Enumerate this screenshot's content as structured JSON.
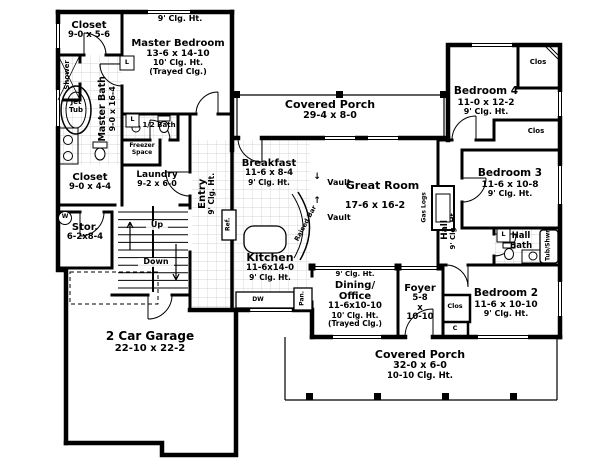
{
  "style": {
    "wall_color": "#000000",
    "tile_line_color": "#c9c9c9",
    "background": "#ffffff"
  },
  "rooms": {
    "closet_tl": {
      "name": "Closet",
      "dims": "9-0 x 5-6"
    },
    "master_bedroom": {
      "clg_top": "9' Clg. Ht.",
      "name": "Master Bedroom",
      "dims": "13-6 x 14-10",
      "clg": "10' Clg. Ht.",
      "tray": "(Trayed Clg.)"
    },
    "shower": {
      "name": "Shower"
    },
    "master_bath": {
      "name": "Master Bath",
      "dims": "9-0 x 16-4"
    },
    "jet_tub": {
      "line1": "Jet",
      "line2": "Tub"
    },
    "half_bath": {
      "name": "1/2 Bath"
    },
    "freezer": {
      "line1": "Freezer",
      "line2": "Space"
    },
    "laundry": {
      "name": "Laundry",
      "dims": "9-2 x 6-0"
    },
    "closet_ml": {
      "name": "Closet",
      "dims": "9-0 x 4-4"
    },
    "storage": {
      "name": "Stor.",
      "dims": "6-2x8-4"
    },
    "entry": {
      "name": "Entry",
      "clg": "9' Clg. Ht."
    },
    "porch_top": {
      "name": "Covered Porch",
      "dims": "29-4 x 8-0"
    },
    "breakfast": {
      "name": "Breakfast",
      "dims": "11-6 x 8-4",
      "clg": "9' Clg. Ht."
    },
    "great_room": {
      "name": "Great Room",
      "dims": "17-6 x 16-2",
      "vault": "Vault"
    },
    "kitchen": {
      "name": "Kitchen",
      "dims": "11-6x14-0",
      "clg": "9' Clg. Ht."
    },
    "dining": {
      "clg_top": "9' Clg. Ht.",
      "name1": "Dining/",
      "name2": "Office",
      "dims": "11-6x10-10",
      "clg": "10' Clg. Ht.",
      "tray": "(Trayed Clg.)"
    },
    "foyer": {
      "name": "Foyer",
      "w": "5-8",
      "x": "x",
      "l": "10-10"
    },
    "bedroom4": {
      "name": "Bedroom 4",
      "dims": "11-0 x 12-2",
      "clg": "9' Clg. Ht."
    },
    "bedroom3": {
      "name": "Bedroom 3",
      "dims": "11-6 x 10-8",
      "clg": "9' Clg. Ht."
    },
    "bedroom2": {
      "name": "Bedroom 2",
      "dims": "11-6 x 10-10",
      "clg": "9' Clg. Ht."
    },
    "hall": {
      "name": "Hall",
      "clg": "9' Clg. Ht."
    },
    "hall_bath": {
      "line1": "Hall",
      "line2": "Bath"
    },
    "garage": {
      "name": "2 Car Garage",
      "dims": "22-10 x 22-2"
    },
    "porch_bottom": {
      "name": "Covered Porch",
      "dims": "32-0 x 6-0",
      "clg": "10-10 Clg. Ht."
    }
  },
  "fixtures": {
    "tub_shwr": "Tub/Shwr",
    "gas_logs": "Gas Logs",
    "raised_bar": "Raised Bar",
    "ref": "Ref.",
    "dw": "DW",
    "pan": "Pan."
  },
  "labels": {
    "clos": "Clos",
    "linen": "L",
    "coat": "C",
    "water_heater": "W",
    "up": "Up",
    "down": "Down",
    "arrow_up": "↑",
    "arrow_down": "↓"
  }
}
